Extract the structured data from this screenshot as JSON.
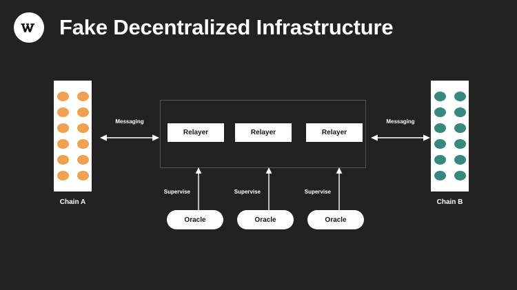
{
  "header": {
    "logo_icon": "w-monogram-logo",
    "logo_letter": "W",
    "title": "Fake Decentralized Infrastructure"
  },
  "colors": {
    "background": "#222222",
    "panel": "#ffffff",
    "chain_a_node": "#EFA14F",
    "chain_b_node": "#37897F",
    "container_border": "#555555",
    "text_light": "#ffffff",
    "text_dark": "#111111"
  },
  "chains": [
    {
      "id": "chain-a",
      "label": "Chain A",
      "node_color": "#EFA14F",
      "rows": 6,
      "cols": 2
    },
    {
      "id": "chain-b",
      "label": "Chain B",
      "node_color": "#37897F",
      "rows": 6,
      "cols": 2
    }
  ],
  "messaging": [
    {
      "id": "messaging-left",
      "label": "Messaging",
      "direction": "bidirectional"
    },
    {
      "id": "messaging-right",
      "label": "Messaging",
      "direction": "bidirectional"
    }
  ],
  "relayer_container": {
    "relayers": [
      {
        "label": "Relayer"
      },
      {
        "label": "Relayer"
      },
      {
        "label": "Relayer"
      }
    ]
  },
  "supervise": [
    {
      "label": "Supervise",
      "direction": "up"
    },
    {
      "label": "Supervise",
      "direction": "up"
    },
    {
      "label": "Supervise",
      "direction": "up"
    }
  ],
  "oracles": [
    {
      "label": "Oracle"
    },
    {
      "label": "Oracle"
    },
    {
      "label": "Oracle"
    }
  ]
}
